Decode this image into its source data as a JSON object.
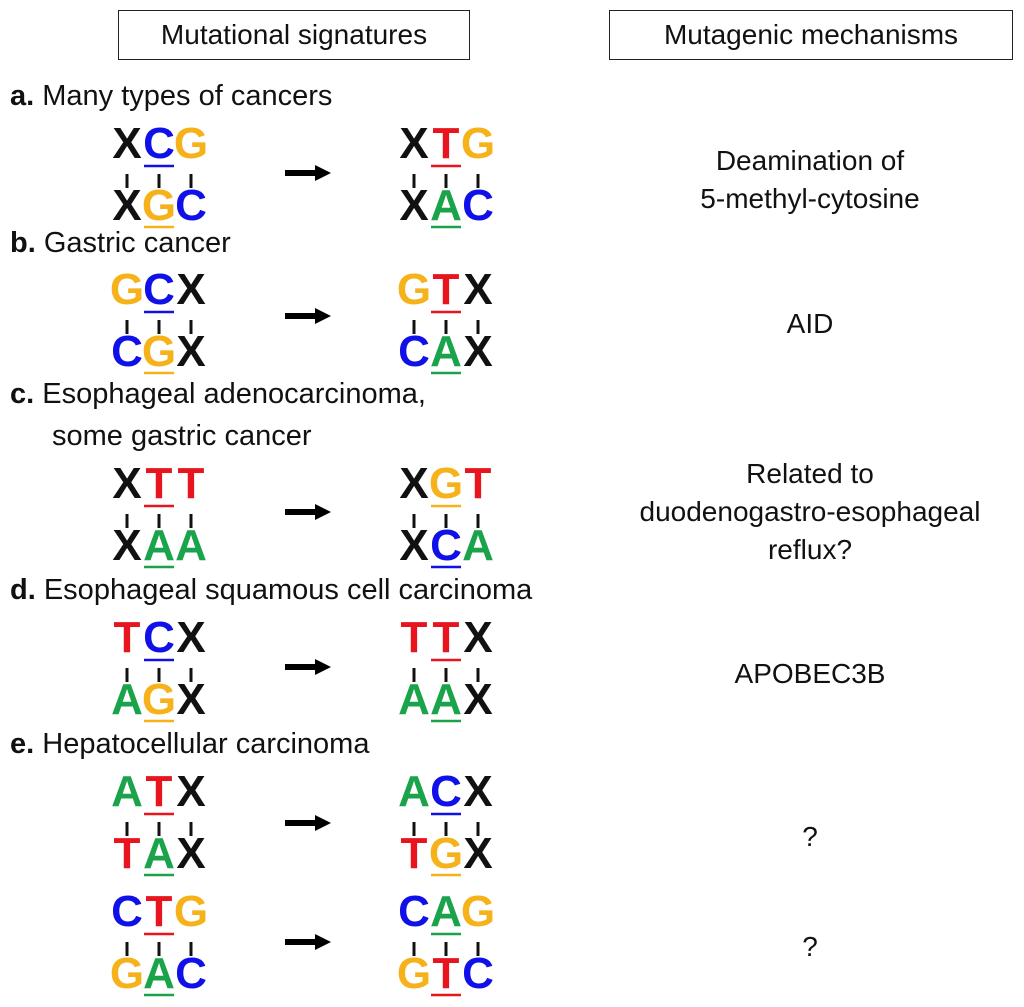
{
  "headers": {
    "signatures": "Mutational signatures",
    "mechanisms": "Mutagenic mechanisms"
  },
  "colors": {
    "A": "#1aa34a",
    "C": "#1010e8",
    "G": "#f5b21a",
    "T": "#e8141e",
    "X": "#111111"
  },
  "icons": {
    "arrow": "right-arrow-icon"
  },
  "sections": [
    {
      "letter": "a.",
      "title": "Many types of cancers",
      "rows": [
        {
          "before": {
            "top": "XCG",
            "bottom": "XGC"
          },
          "after": {
            "top": "XTG",
            "bottom": "XAC"
          },
          "mutated_index": 1,
          "mechanism": [
            "Deamination of",
            "5-methyl-cytosine"
          ]
        }
      ]
    },
    {
      "letter": "b.",
      "title": "Gastric cancer",
      "rows": [
        {
          "before": {
            "top": "GCX",
            "bottom": "CGX"
          },
          "after": {
            "top": "GTX",
            "bottom": "CAX"
          },
          "mutated_index": 1,
          "mechanism": [
            "AID"
          ]
        }
      ]
    },
    {
      "letter": "c.",
      "title": "Esophageal adenocarcinoma,",
      "title2": "some gastric cancer",
      "rows": [
        {
          "before": {
            "top": "XTT",
            "bottom": "XAA"
          },
          "after": {
            "top": "XGT",
            "bottom": "XCA"
          },
          "mutated_index": 1,
          "mechanism": [
            "Related to",
            "duodenogastro-esophageal",
            "reflux?"
          ]
        }
      ]
    },
    {
      "letter": "d.",
      "title": "Esophageal squamous cell carcinoma",
      "rows": [
        {
          "before": {
            "top": "TCX",
            "bottom": "AGX"
          },
          "after": {
            "top": "TTX",
            "bottom": "AAX"
          },
          "mutated_index": 1,
          "mechanism": [
            "APOBEC3B"
          ]
        }
      ]
    },
    {
      "letter": "e.",
      "title": "Hepatocellular carcinoma",
      "rows": [
        {
          "before": {
            "top": "ATX",
            "bottom": "TAX"
          },
          "after": {
            "top": "ACX",
            "bottom": "TGX"
          },
          "mutated_index": 1,
          "mechanism": [
            "?"
          ]
        },
        {
          "before": {
            "top": "CTG",
            "bottom": "GAC"
          },
          "after": {
            "top": "CAG",
            "bottom": "GTC"
          },
          "mutated_index": 1,
          "mechanism": [
            "?"
          ]
        }
      ]
    }
  ]
}
